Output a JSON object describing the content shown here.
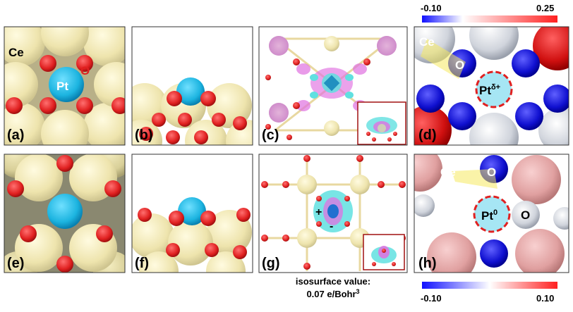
{
  "panels": {
    "a": {
      "letter": "(a)",
      "labels": {
        "ce": "Ce",
        "pt": "Pt",
        "o": "O"
      }
    },
    "b": {
      "letter": "(b)"
    },
    "c": {
      "letter": "(c)"
    },
    "d": {
      "letter": "(d)",
      "labels": {
        "ce": "Ce",
        "o": "O",
        "pt": "Pt",
        "pt_sup": "δ+"
      }
    },
    "e": {
      "letter": "(e)"
    },
    "f": {
      "letter": "(f)"
    },
    "g": {
      "letter": "(g)",
      "plus": "+",
      "minus": "-"
    },
    "h": {
      "letter": "(h)",
      "labels": {
        "ce": "Ce",
        "o_top": "O",
        "pt": "Pt",
        "pt_sup": "0",
        "o_right": "O"
      }
    }
  },
  "isosurface": {
    "line1": "isosurface value:",
    "line2_value": "0.07 e/Bohr",
    "line2_sup": "3"
  },
  "colorbar_top": {
    "min": "-0.10",
    "max": "0.25",
    "colors": [
      "#1010ff",
      "#ffffff",
      "#ff2020"
    ]
  },
  "colorbar_bottom": {
    "min": "-0.10",
    "max": "0.10",
    "colors": [
      "#1010ff",
      "#ffffff",
      "#ff2020"
    ]
  },
  "colors": {
    "ce": "#efe7b0",
    "oxygen": "#e02020",
    "pt": "#1cb4e0",
    "charge_pos": "#e070e0",
    "charge_neg": "#60e0e0",
    "dashed": "#e02020",
    "frame_inset": "#a01010"
  }
}
